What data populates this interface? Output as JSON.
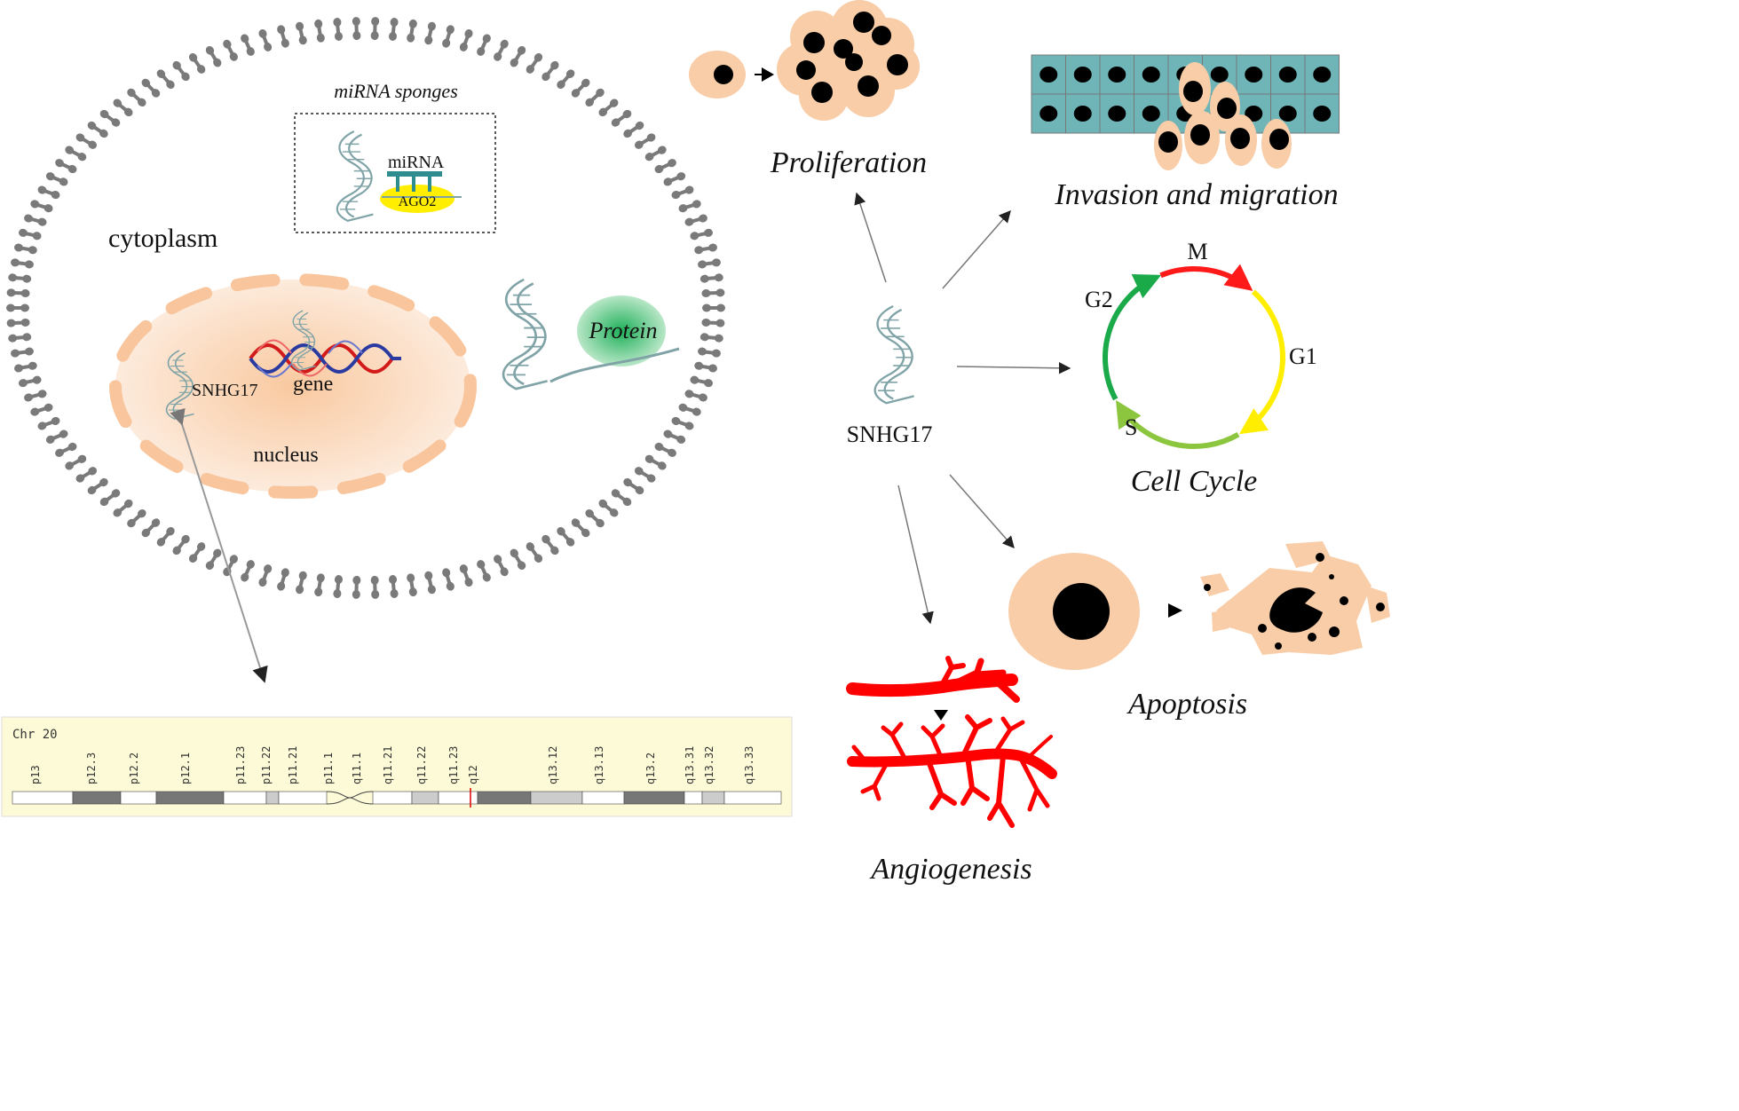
{
  "cell": {
    "cytoplasm_label": "cytoplasm",
    "nucleus_label": "nucleus",
    "gene_label": "gene",
    "snhg17_nuclear_label": "SNHG17",
    "sponge_title": "miRNA sponges",
    "mirna_label": "miRNA",
    "ago2_label": "AGO2",
    "protein_label": "Protein"
  },
  "center": {
    "label": "SNHG17"
  },
  "outcomes": {
    "proliferation": "Proliferation",
    "invasion": "Invasion and migration",
    "cell_cycle": "Cell Cycle",
    "apoptosis": "Apoptosis",
    "angiogenesis": "Angiogenesis"
  },
  "cell_cycle_phases": {
    "m": "M",
    "g1": "G1",
    "s": "S",
    "g2": "G2"
  },
  "chromosome": {
    "name": "Chr 20",
    "bands": [
      "p13",
      "p12.3",
      "p12.2",
      "p12.1",
      "p11.23",
      "p11.22",
      "p11.21",
      "p11.1",
      "q11.1",
      "q11.21",
      "q11.22",
      "q11.23",
      "q12",
      "q13.12",
      "q13.13",
      "q13.2",
      "q13.31",
      "q13.32",
      "q13.33"
    ]
  },
  "colors": {
    "membrane": "#7a7a7a",
    "cell_fill": "#f8cda8",
    "vessel": "#ff0000",
    "epithelium": "#6fb5b8",
    "rna_strand": "#7fa3a6",
    "phase_m": "#ff1a1a",
    "phase_g1": "#ffee00",
    "phase_s": "#8cc63f",
    "phase_g2": "#1aaa4a",
    "chromosome_bg": "#fdfbd7"
  }
}
